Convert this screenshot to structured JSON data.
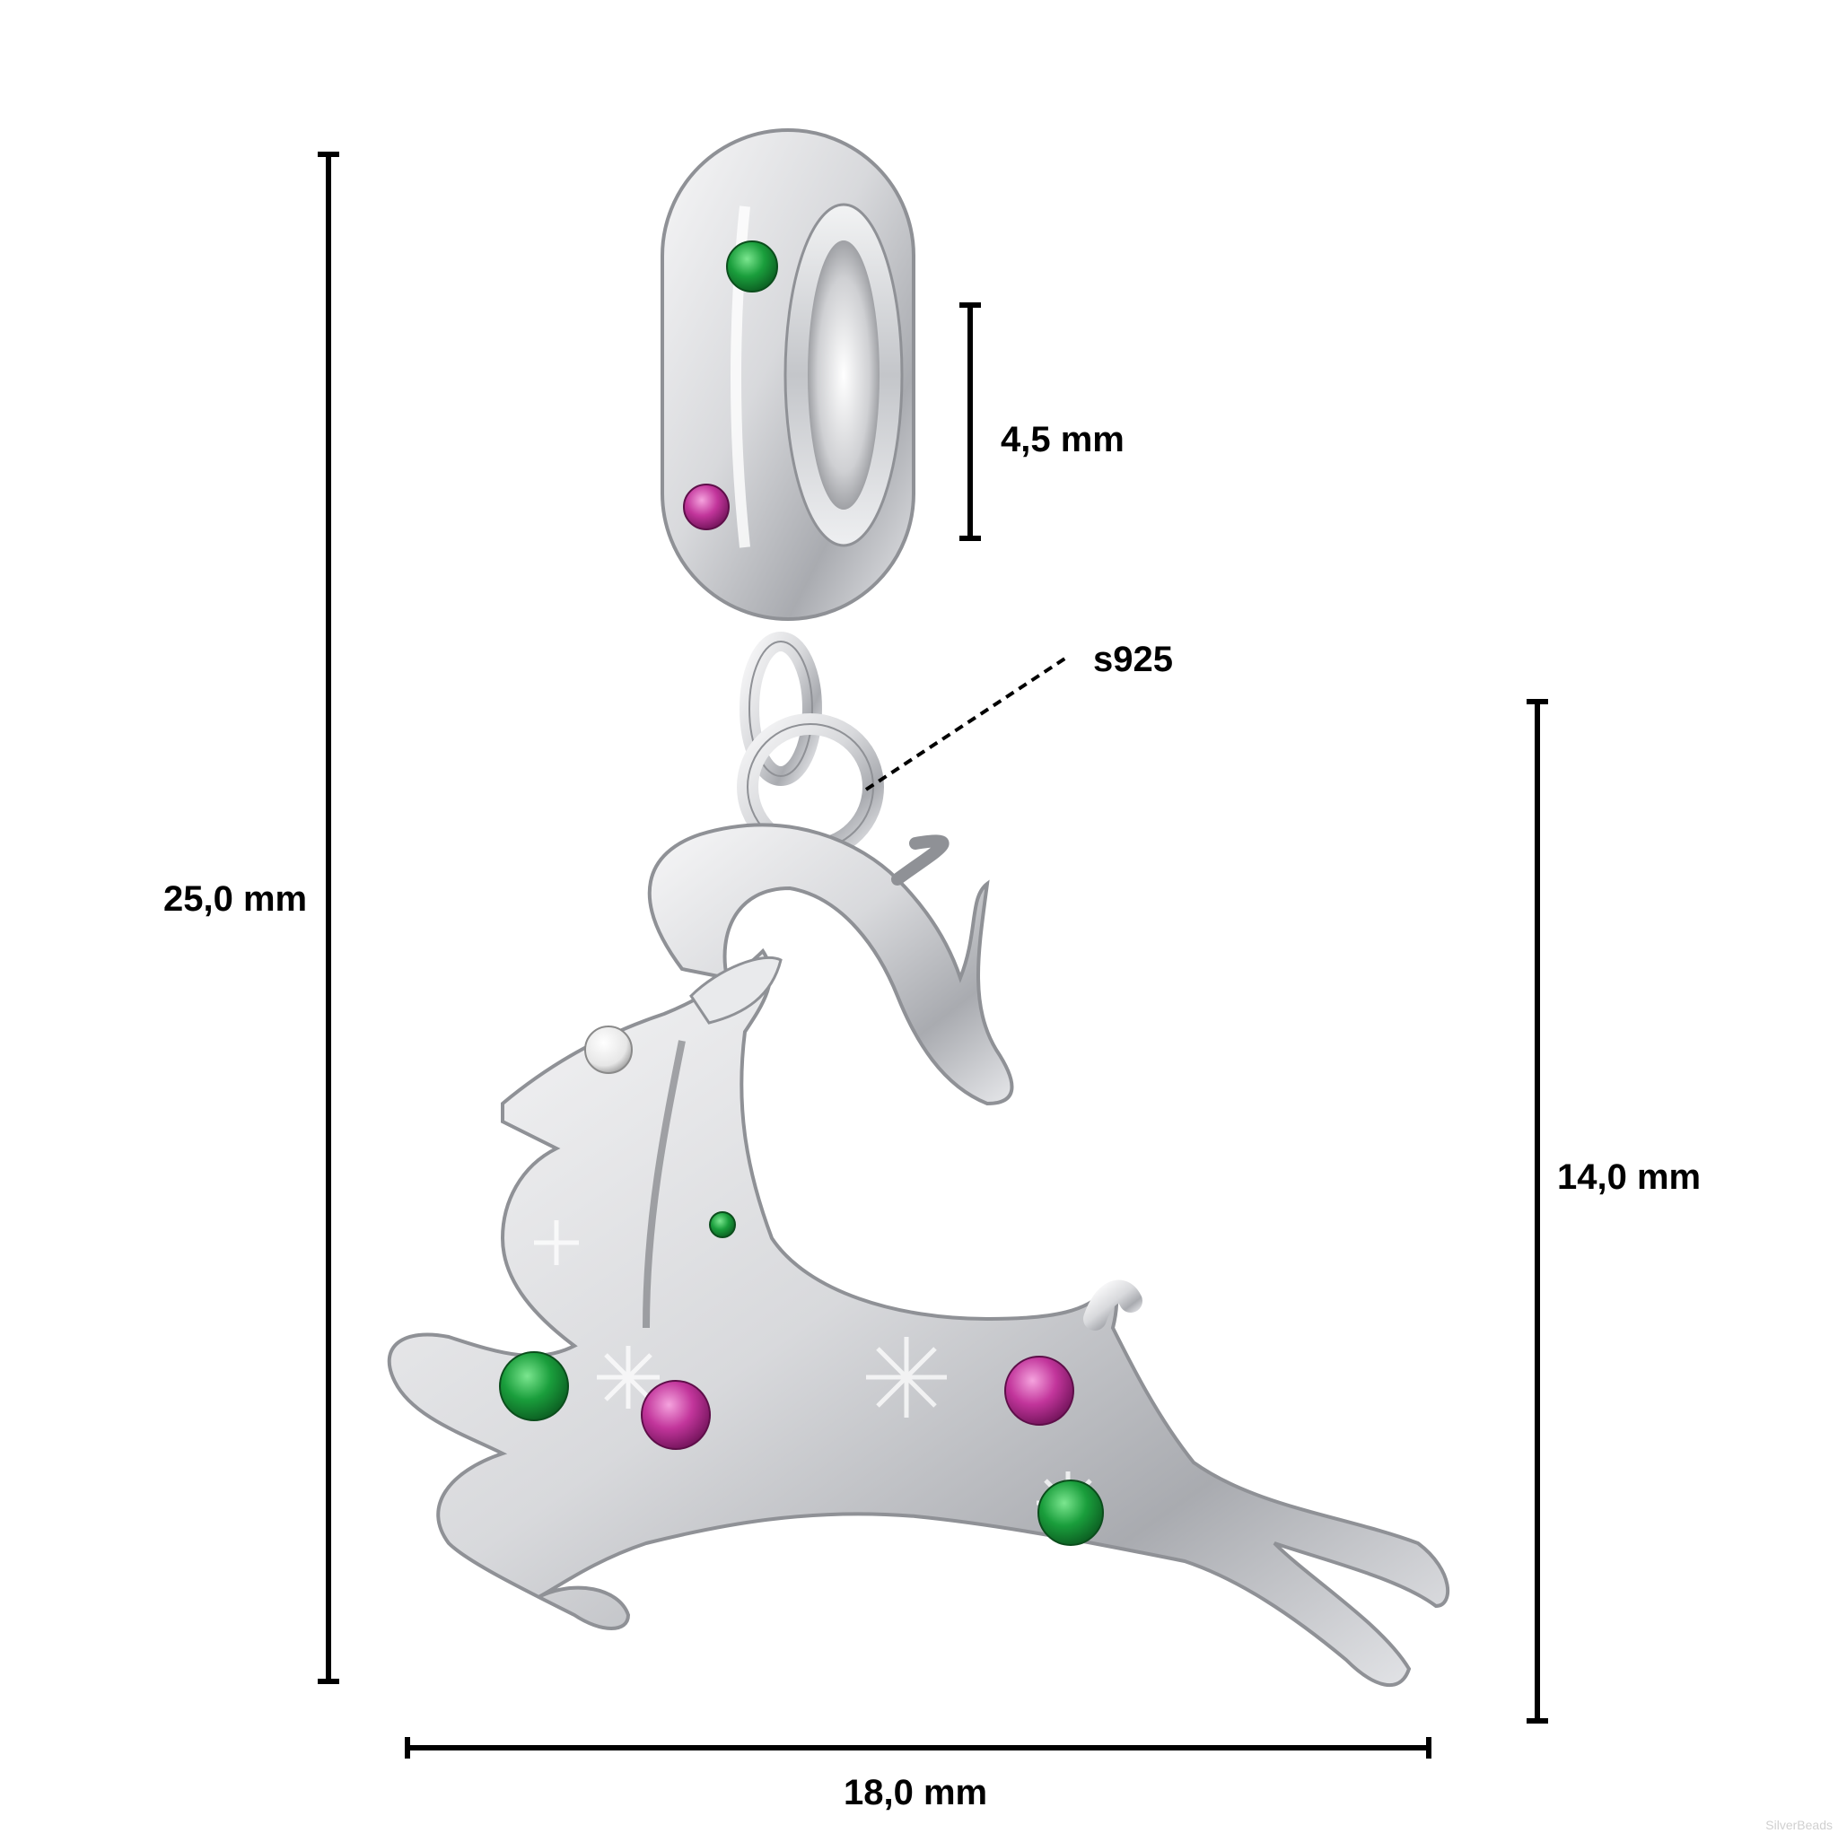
{
  "image": {
    "subject": "sterling silver reindeer dangle charm with green, pink and white stones",
    "background_color": "#ffffff",
    "metal_color": "#c9cbcf",
    "stone_colors": {
      "green": "#1a9e3c",
      "pink": "#c2359b",
      "clear": "#f2f2f2"
    },
    "dimension_line_color": "#000000"
  },
  "dimensions": {
    "total_height": "25,0 mm",
    "bead_hole": "4,5 mm",
    "material_mark": "s925",
    "pendant_height": "14,0 mm",
    "pendant_width": "18,0 mm"
  },
  "watermark": "SilverBeads"
}
